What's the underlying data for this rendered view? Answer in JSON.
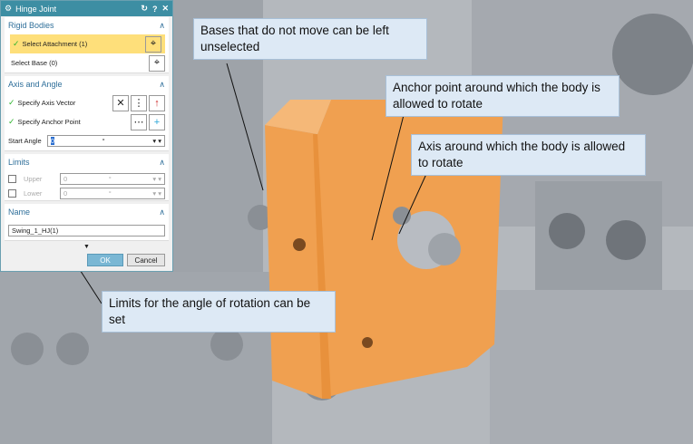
{
  "dialog": {
    "title": "Hinge Joint",
    "rigid_bodies": {
      "header": "Rigid Bodies",
      "select_attachment": "Select Attachment (1)",
      "select_base": "Select Base (0)"
    },
    "axis_angle": {
      "header": "Axis and Angle",
      "axis_vector": "Specify Axis Vector",
      "anchor_point": "Specify Anchor Point",
      "start_angle_label": "Start Angle",
      "start_angle_value": "0",
      "unit": "°"
    },
    "limits": {
      "header": "Limits",
      "upper_label": "Upper",
      "upper_value": "0",
      "lower_label": "Lower",
      "lower_value": "0",
      "unit": "°"
    },
    "name": {
      "header": "Name",
      "value": "Swing_1_HJ(1)"
    },
    "ok": "OK",
    "cancel": "Cancel"
  },
  "callouts": [
    "Bases that do not move can be left unselected",
    "Anchor point around which the body is allowed to rotate",
    "Axis around which the body is allowed to rotate",
    "Limits for the angle of rotation can be set"
  ],
  "colors": {
    "accent": "#3d8ea3",
    "highlight": "#fedf7a",
    "body": "#f0a050",
    "callout": "#dde9f5"
  }
}
